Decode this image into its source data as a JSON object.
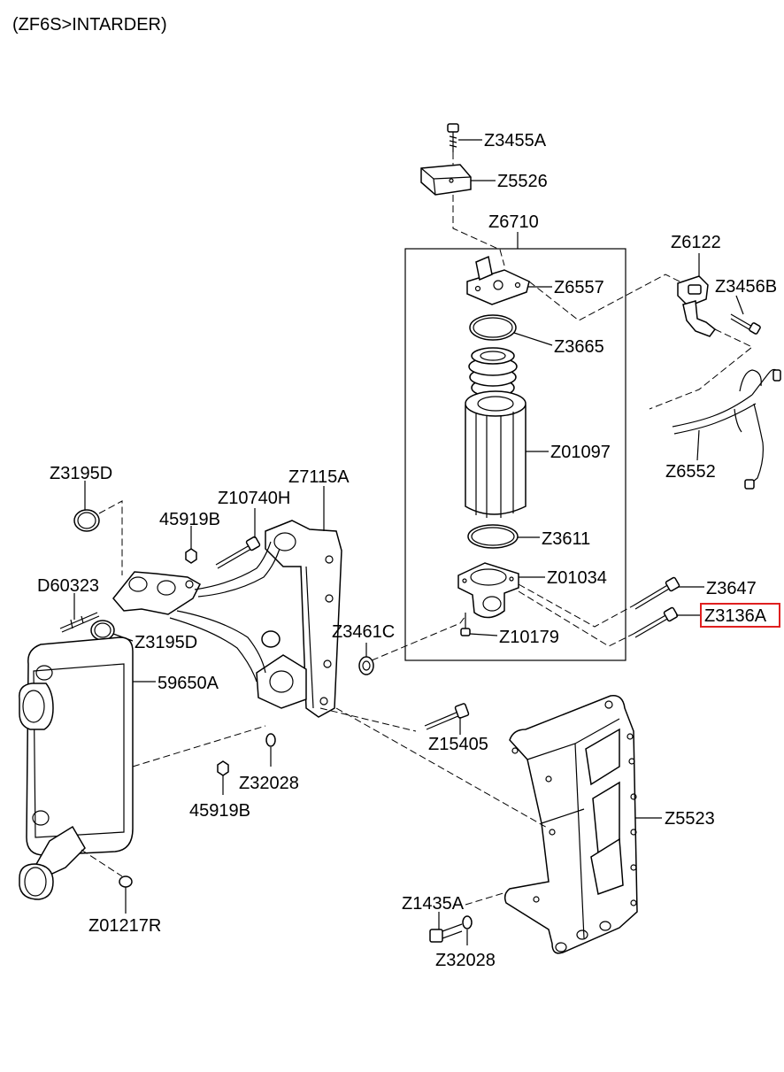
{
  "title": "(ZF6S>INTARDER)",
  "highlighted_part": "Z3136A",
  "highlight_color": "#e02020",
  "labels": {
    "z3455a": "Z3455A",
    "z5526": "Z5526",
    "z6710": "Z6710",
    "z6557": "Z6557",
    "z3665": "Z3665",
    "z01097": "Z01097",
    "z3611": "Z3611",
    "z01034": "Z01034",
    "z10179": "Z10179",
    "z6122": "Z6122",
    "z3456b": "Z3456B",
    "z6552": "Z6552",
    "z3647": "Z3647",
    "z3136a": "Z3136A",
    "z3195d_top": "Z3195D",
    "z10740h": "Z10740H",
    "z7115a": "Z7115A",
    "p45919b_top": "45919B",
    "d60323": "D60323",
    "z3195d_bottom": "Z3195D",
    "z3461c": "Z3461C",
    "p59650a": "59650A",
    "z15405": "Z15405",
    "z32028_top": "Z32028",
    "p45919b_bottom": "45919B",
    "z5523": "Z5523",
    "z1435a": "Z1435A",
    "z32028_bottom": "Z32028",
    "z01217r": "Z01217R"
  }
}
